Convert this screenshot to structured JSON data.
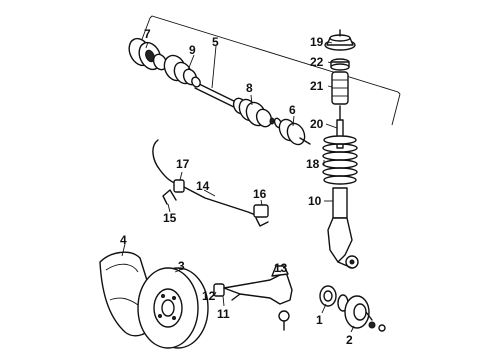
{
  "callouts": {
    "c1": "1",
    "c2": "2",
    "c3": "3",
    "c4": "4",
    "c5": "5",
    "c6": "6",
    "c7": "7",
    "c8": "8",
    "c9": "9",
    "c10": "10",
    "c11": "11",
    "c12": "12",
    "c13": "13",
    "c14": "14",
    "c15": "15",
    "c16": "16",
    "c17": "17",
    "c18": "18",
    "c19": "19",
    "c20": "20",
    "c21": "21",
    "c22": "22"
  },
  "colors": {
    "line": "#111111",
    "background": "#ffffff"
  }
}
